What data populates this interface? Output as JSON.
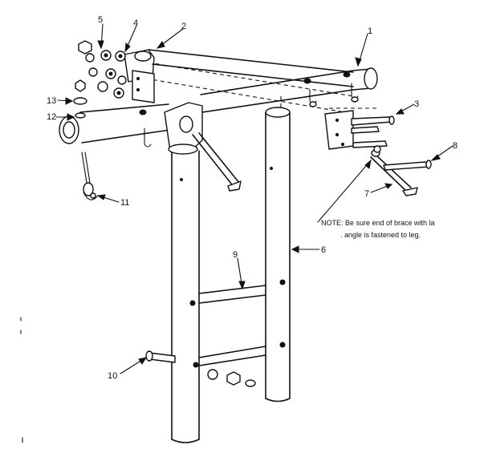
{
  "callouts": {
    "c1": "1",
    "c2": "2",
    "c3": "3",
    "c4": "4",
    "c5": "5",
    "c6": "6",
    "c7": "7",
    "c8": "8",
    "c9": "9",
    "c10": "10",
    "c11": "11",
    "c12": "12",
    "c13": "13"
  },
  "note": {
    "line1": "NOTE: Be sure end of brace with la",
    "line2": ". angle is fastened to leg."
  }
}
